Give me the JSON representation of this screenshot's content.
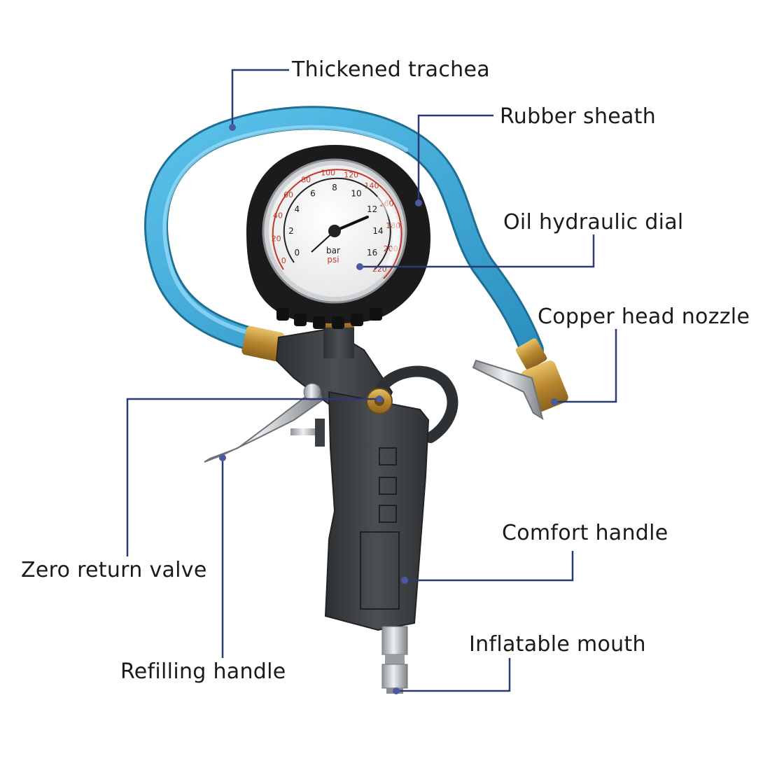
{
  "labels": {
    "thickened_trachea": "Thickened trachea",
    "rubber_sheath": "Rubber sheath",
    "oil_hydraulic_dial": "Oil hydraulic dial",
    "copper_head_nozzle": "Copper head nozzle",
    "comfort_handle": "Comfort handle",
    "zero_return_valve": "Zero return valve",
    "inflatable_mouth": "Inflatable mouth",
    "refilling_handle": "Refilling handle"
  },
  "gauge": {
    "psi_ticks": [
      "0",
      "20",
      "40",
      "60",
      "80",
      "100",
      "120",
      "140",
      "160",
      "180",
      "200",
      "220"
    ],
    "bar_ticks": [
      "0",
      "2",
      "4",
      "6",
      "8",
      "10",
      "12",
      "14",
      "16"
    ],
    "unit_bar": "bar",
    "unit_psi": "psi"
  },
  "colors": {
    "leader_line": "#2a3a73",
    "hose": "#3aa7d6",
    "gun_body": "#3c3f42",
    "gauge_housing": "#1b1b1b",
    "brass": "#c39a3e",
    "psi_scale": "#c0392b"
  }
}
